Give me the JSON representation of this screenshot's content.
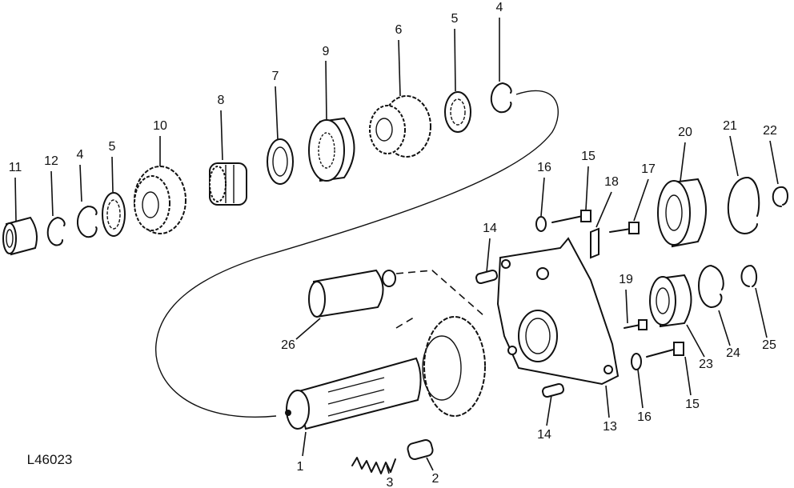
{
  "figure_id": "L46023",
  "callouts": [
    "1",
    "2",
    "3",
    "4",
    "4",
    "5",
    "5",
    "6",
    "7",
    "8",
    "9",
    "10",
    "11",
    "12",
    "13",
    "14",
    "14",
    "15",
    "15",
    "16",
    "16",
    "17",
    "18",
    "19",
    "20",
    "21",
    "22",
    "23",
    "24",
    "25",
    "26"
  ],
  "colors": {
    "ink": "#111111",
    "paper": "#ffffff"
  }
}
